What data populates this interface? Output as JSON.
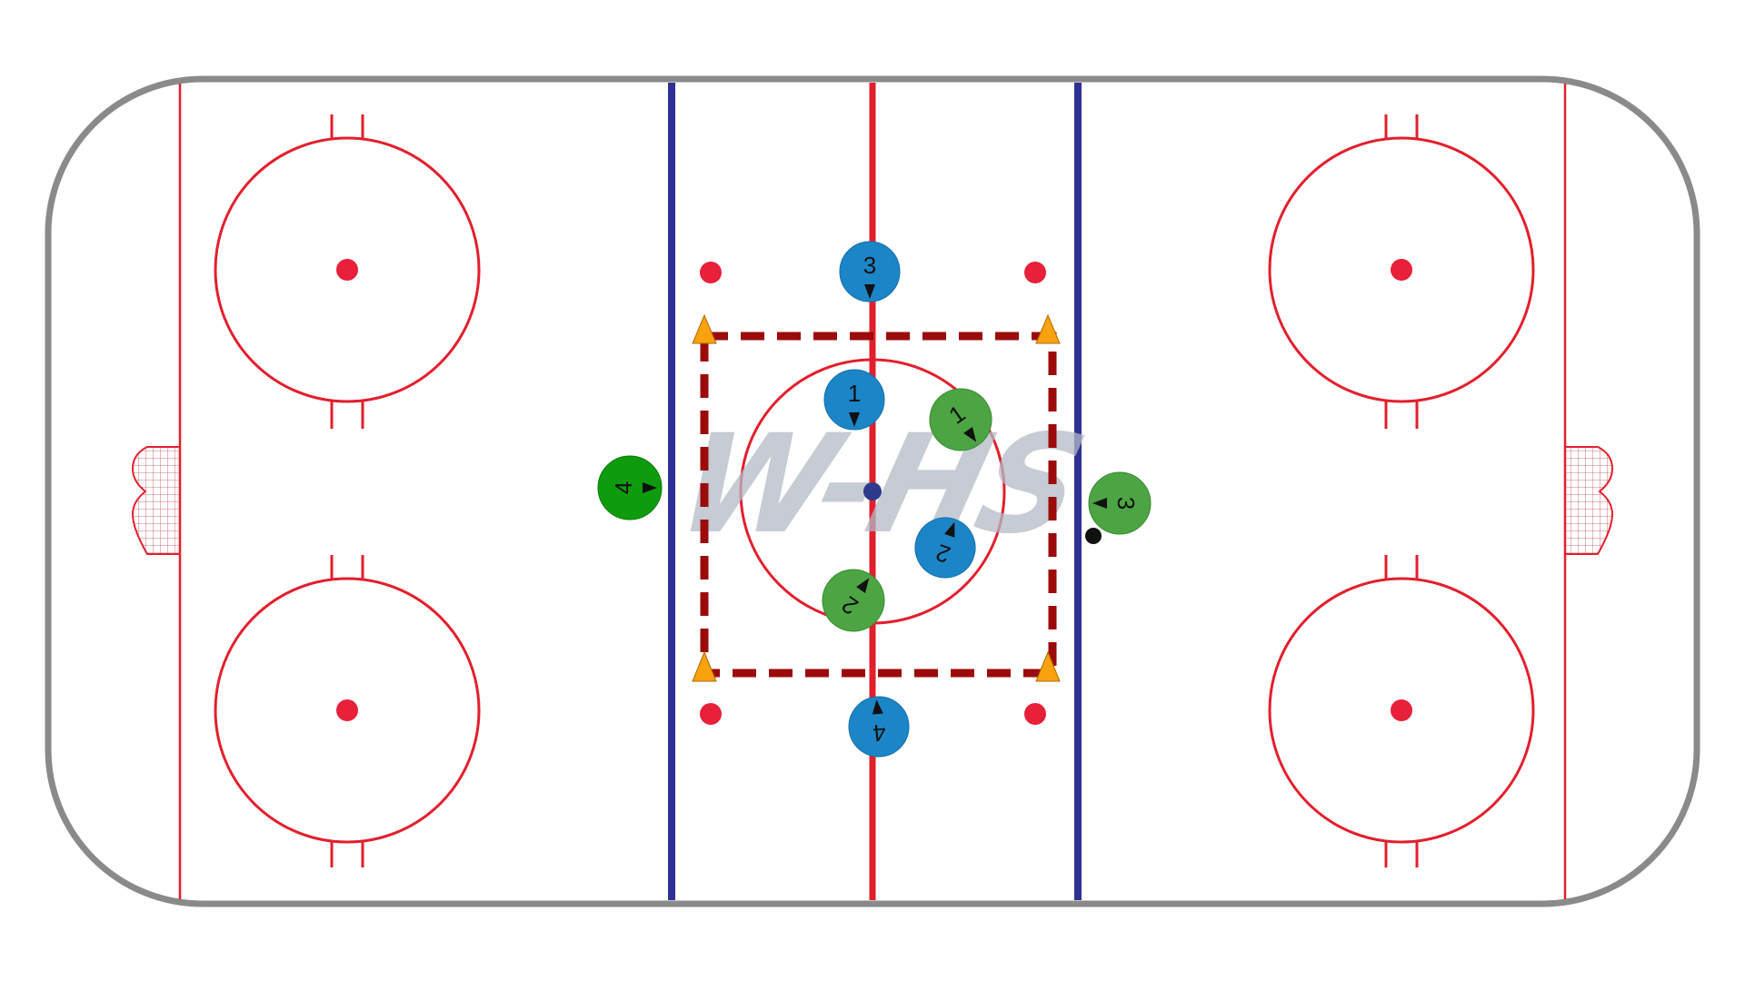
{
  "watermark": {
    "text": "W-HS"
  },
  "colors": {
    "boards": "#8a8a8a",
    "red_line": "#e21f2d",
    "blue_line": "#2e3192",
    "faceoff_dot": "#e8203a",
    "center_dot": "#2e3a8c",
    "zone_outline": "#9b0b0b",
    "cone": "#f7a20e",
    "team_blue": "#1c85c7",
    "team_green": "#4ca443",
    "team_dark_green": "#0e9b0e",
    "puck": "#111111",
    "watermark": "#b3bac6"
  },
  "legend_icons": {
    "player": "player-disc-icon",
    "cone": "cone-triangle-icon",
    "puck": "puck-icon",
    "net": "goal-net-icon"
  },
  "players": [
    {
      "id": "blue-3",
      "team": "blue",
      "label": "3"
    },
    {
      "id": "blue-1",
      "team": "blue",
      "label": "1"
    },
    {
      "id": "blue-2",
      "team": "blue",
      "label": "2"
    },
    {
      "id": "blue-4",
      "team": "blue",
      "label": "4"
    },
    {
      "id": "green-1",
      "team": "green",
      "label": "1"
    },
    {
      "id": "green-2",
      "team": "green",
      "label": "2"
    },
    {
      "id": "green-3",
      "team": "green",
      "label": "3"
    },
    {
      "id": "green-4",
      "team": "dark_green",
      "label": "4"
    }
  ]
}
